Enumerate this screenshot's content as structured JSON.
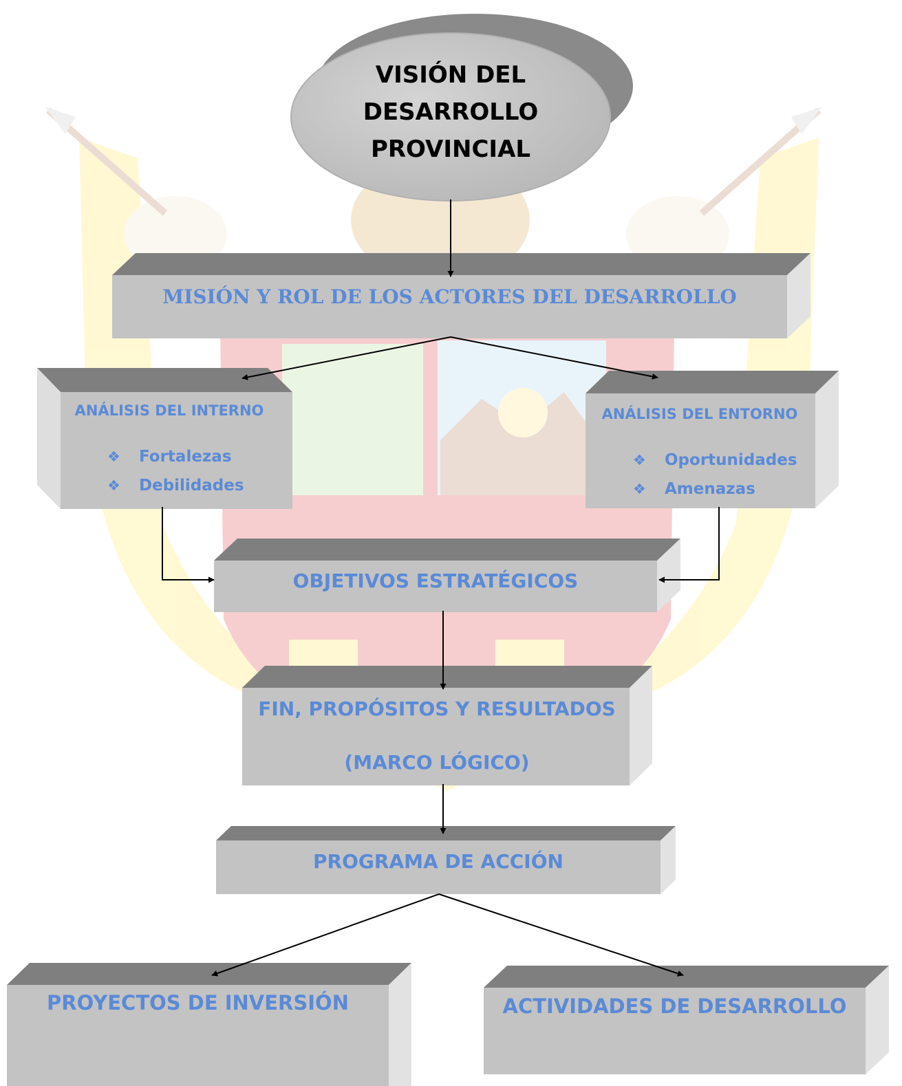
{
  "vision": {
    "lines": [
      "VISIÓN DEL",
      "DESARROLLO",
      "PROVINCIAL"
    ]
  },
  "mision": {
    "label": "MISIÓN Y ROL DE LOS ACTORES DEL DESARROLLO"
  },
  "analisis_interno": {
    "title": "ANÁLISIS DEL INTERNO",
    "items": [
      "Fortalezas",
      "Debilidades"
    ]
  },
  "analisis_entorno": {
    "title": "ANÁLISIS DEL ENTORNO",
    "items": [
      "Oportunidades",
      "Amenazas"
    ]
  },
  "objetivos": {
    "label": "OBJETIVOS ESTRATÉGICOS"
  },
  "fin": {
    "line1": "FIN, PROPÓSITOS Y RESULTADOS",
    "line2": "(MARCO LÓGICO)"
  },
  "programa": {
    "label": "PROGRAMA DE ACCIÓN"
  },
  "proyectos": {
    "label": "PROYECTOS DE INVERSIÓN"
  },
  "actividades": {
    "label": "ACTIVIDADES DE DESARROLLO"
  },
  "icons": {
    "bullet": "diamond-four-point-icon"
  },
  "colors": {
    "label_text": "#5b8ad6",
    "box_face": "#c3c3c3",
    "box_top": "#7f7f7f",
    "box_side": "#e0e0e0",
    "vision_fill": "#c8c8c8",
    "arrow": "#000000"
  }
}
